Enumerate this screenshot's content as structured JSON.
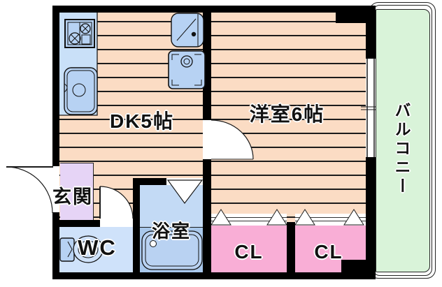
{
  "floorplan": {
    "type": "apartment-floor-plan",
    "rooms": {
      "dining_kitchen": {
        "label": "DK5帖"
      },
      "western_room": {
        "label": "洋室6帖"
      },
      "balcony": {
        "label": "バルコニー"
      },
      "entrance": {
        "label": "玄関"
      },
      "bathroom": {
        "label": "浴室"
      },
      "toilet": {
        "label": "WC"
      },
      "closet_left": {
        "label": "CL"
      },
      "closet_right": {
        "label": "CL"
      }
    },
    "fixtures": [
      "gas-stove",
      "kitchen-sink",
      "washbasin",
      "washing-machine-pan",
      "toilet",
      "bathtub",
      "hinged-doors",
      "folding-doors",
      "sliding-window"
    ],
    "colors": {
      "wall": "#000000",
      "floor_peach": "#fbdcc4",
      "floor_line": "#1b1b1b",
      "wet_area_blue": "#cfe2fa",
      "bath_blue_upper": "#c3daf5",
      "bath_blue_lower": "#a9c8ec",
      "fixture_blue": "#b7d2f3",
      "entrance_lavender": "#e6d4f6",
      "closet_pink": "#f9aed6",
      "balcony_green": "#d9f3d9"
    }
  }
}
